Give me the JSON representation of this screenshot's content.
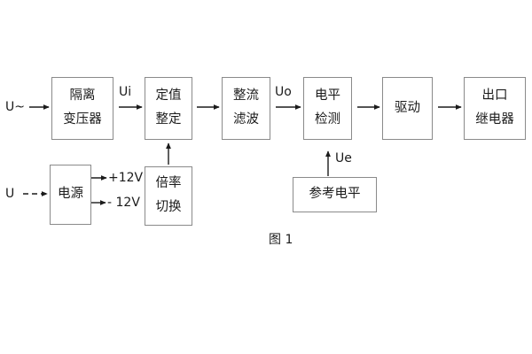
{
  "figure": {
    "caption": "图 1",
    "stroke_color": "#8a8a8a",
    "text_color": "#1b1b1b",
    "background": "#ffffff"
  },
  "chart_data": {
    "type": "diagram",
    "title": "图 1",
    "nodes": [
      {
        "id": "isolation-transformer",
        "lines": [
          "隔离",
          "变压器"
        ]
      },
      {
        "id": "setting-value",
        "lines": [
          "定值",
          "整定"
        ]
      },
      {
        "id": "rectifier-filter",
        "lines": [
          "整流",
          "滤波"
        ]
      },
      {
        "id": "level-detection",
        "lines": [
          "电平",
          "检测"
        ]
      },
      {
        "id": "drive",
        "lines": [
          "驱动"
        ]
      },
      {
        "id": "output-relay",
        "lines": [
          "出口",
          "继电器"
        ]
      },
      {
        "id": "power-supply",
        "lines": [
          "电源"
        ]
      },
      {
        "id": "multiplier-switch",
        "lines": [
          "倍率",
          "切换"
        ]
      },
      {
        "id": "reference-level",
        "lines": [
          "参考电平"
        ]
      }
    ],
    "edge_labels": [
      {
        "id": "u-ac",
        "text": "U~"
      },
      {
        "id": "u-dc",
        "text": "U"
      },
      {
        "id": "ui",
        "text": "Ui"
      },
      {
        "id": "uo",
        "text": "Uo"
      },
      {
        "id": "ue",
        "text": "Ue"
      },
      {
        "id": "plus12v",
        "text": "+12V"
      },
      {
        "id": "minus12v",
        "text": "- 12V"
      }
    ],
    "edges": [
      {
        "from": "u-ac",
        "to": "isolation-transformer",
        "style": "solid"
      },
      {
        "from": "isolation-transformer",
        "to": "setting-value",
        "style": "solid",
        "label": "Ui"
      },
      {
        "from": "setting-value",
        "to": "rectifier-filter",
        "style": "solid"
      },
      {
        "from": "rectifier-filter",
        "to": "level-detection",
        "style": "solid",
        "label": "Uo"
      },
      {
        "from": "level-detection",
        "to": "drive",
        "style": "solid"
      },
      {
        "from": "drive",
        "to": "output-relay",
        "style": "solid"
      },
      {
        "from": "u-dc",
        "to": "power-supply",
        "style": "dashed"
      },
      {
        "from": "power-supply",
        "to": "plus12v",
        "style": "solid"
      },
      {
        "from": "power-supply",
        "to": "minus12v",
        "style": "solid"
      },
      {
        "from": "multiplier-switch",
        "to": "setting-value",
        "style": "solid"
      },
      {
        "from": "reference-level",
        "to": "level-detection",
        "style": "solid",
        "label": "Ue"
      }
    ]
  },
  "blocks": {
    "isolation_transformer": {
      "line1": "隔离",
      "line2": "变压器"
    },
    "setting_value": {
      "line1": "定值",
      "line2": "整定"
    },
    "rectifier_filter": {
      "line1": "整流",
      "line2": "滤波"
    },
    "level_detection": {
      "line1": "电平",
      "line2": "检测"
    },
    "drive": {
      "line1": "驱动"
    },
    "output_relay": {
      "line1": "出口",
      "line2": "继电器"
    },
    "power_supply": {
      "line1": "电源"
    },
    "multiplier_switch": {
      "line1": "倍率",
      "line2": "切换"
    },
    "reference_level": {
      "line1": "参考电平"
    }
  },
  "labels": {
    "u_ac": "U~",
    "u_dc": "U",
    "ui": "Ui",
    "uo": "Uo",
    "ue": "Ue",
    "plus_12v": "+12V",
    "minus_12v": "- 12V"
  }
}
